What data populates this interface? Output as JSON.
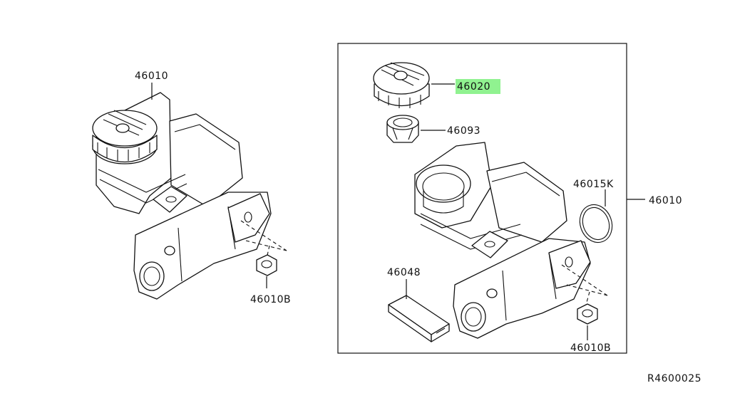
{
  "diagram": {
    "left_assembly": {
      "part_number": "46010",
      "nut_label": "46010B"
    },
    "right_assembly": {
      "assembly_label": "46010",
      "cap_label": "46020",
      "strainer_label": "46093",
      "oring_label": "46015K",
      "clip_label": "46048",
      "nut_label": "46010B"
    },
    "highlight_color": "#7cf07c",
    "reference_code": "R4600025"
  }
}
